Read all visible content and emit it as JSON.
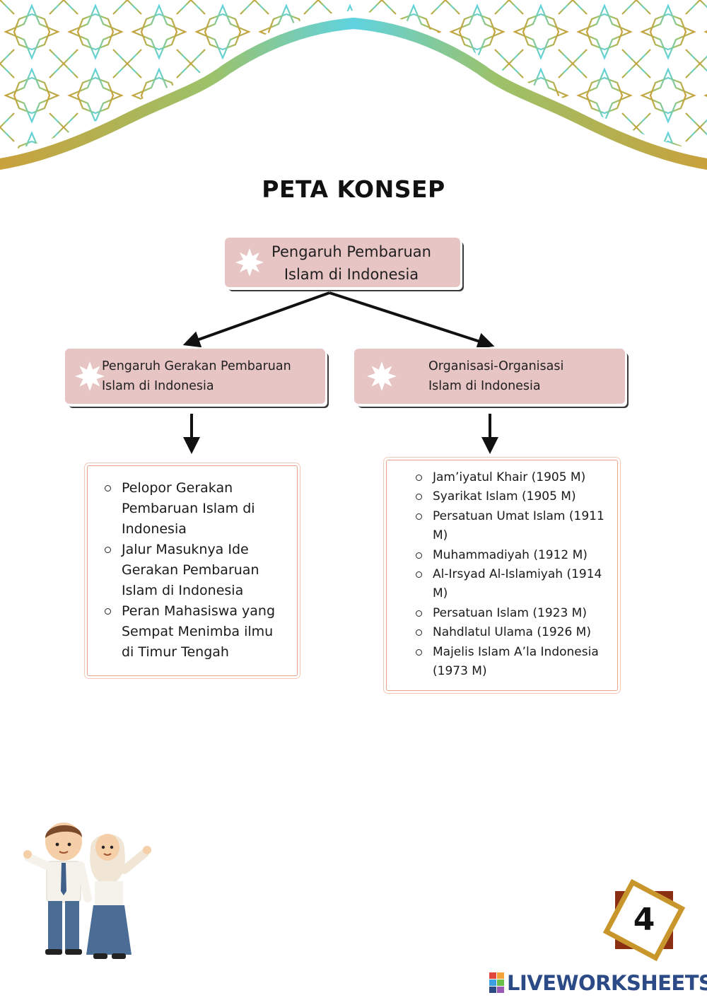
{
  "page_title": "PETA KONSEP",
  "root_node": {
    "line1": "Pengaruh Pembaruan",
    "line2": "Islam di Indonesia"
  },
  "left_node": {
    "line1": "Pengaruh Gerakan Pembaruan",
    "line2": "Islam di Indonesia"
  },
  "right_node": {
    "line1": "Organisasi-Organisasi",
    "line2": "Islam di Indonesia"
  },
  "left_list": [
    [
      "Pelopor Gerakan",
      "Pembaruan Islam di",
      "Indonesia"
    ],
    [
      "Jalur Masuknya Ide",
      "Gerakan Pembaruan",
      "Islam di Indonesia"
    ],
    [
      "Peran Mahasiswa yang",
      "Sempat Menimba ilmu",
      "di Timur Tengah"
    ]
  ],
  "right_list": [
    [
      "Jam’iyatul Khair (1905 M)"
    ],
    [
      "Syarikat Islam (1905 M)"
    ],
    [
      "Persatuan Umat Islam (1911",
      "M)"
    ],
    [
      "Muhammadiyah (1912 M)"
    ],
    [
      "Al-Irsyad Al-Islamiyah (1914",
      "M)"
    ],
    [
      "Persatuan Islam (1923 M)"
    ],
    [
      "Nahdlatul Ulama (1926 M)"
    ],
    [
      "Majelis Islam A’la Indonesia",
      "(1973 M)"
    ]
  ],
  "page_number": "4",
  "brand": "LIVEWORKSHEETS",
  "colors": {
    "node_fill": "#e8c5c5",
    "pattern_gold": "#c9a13b",
    "pattern_teal": "#5fd3e0",
    "frame_border": "#e6a48c",
    "badge_square": "#8a2f12",
    "badge_diamond": "#c8962b",
    "brand_blue": "#2b4a86"
  },
  "icons": {
    "node_marker": "eight-point-star-icon",
    "bullet": "hollow-circle-bullet-icon",
    "brand_logo": "live-blocks-icon"
  }
}
